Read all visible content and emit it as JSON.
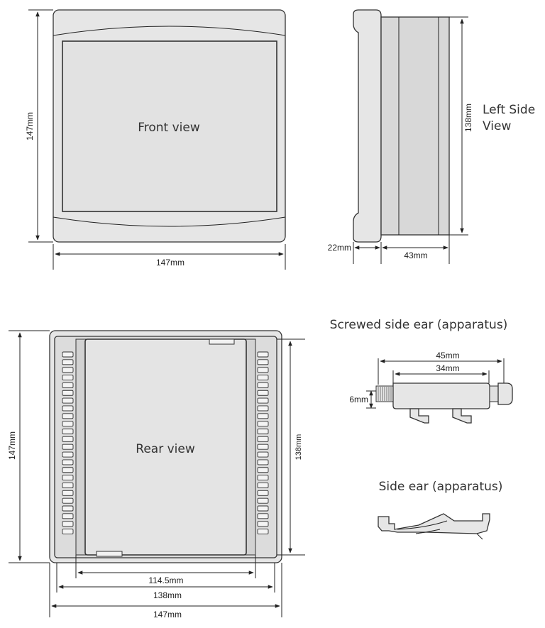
{
  "front_view": {
    "label": "Front view",
    "height_dim": "147mm",
    "width_dim": "147mm"
  },
  "side_view": {
    "label_line1": "Left Side",
    "label_line2": "View",
    "height_dim": "138mm",
    "bezel_dim": "22mm",
    "depth_dim": "43mm"
  },
  "rear_view": {
    "label": "Rear view",
    "height_outer_dim": "147mm",
    "height_inner_dim": "138mm",
    "width_dim_1": "114.5mm",
    "width_dim_2": "138mm",
    "width_dim_3": "147mm"
  },
  "screwed_ear": {
    "title": "Screwed side ear (apparatus)",
    "dim_total": "45mm",
    "dim_body": "34mm",
    "dim_height": "6mm"
  },
  "side_ear": {
    "title": "Side ear (apparatus)"
  },
  "colors": {
    "body_fill": "#e6e6e6",
    "outline": "#333333"
  }
}
